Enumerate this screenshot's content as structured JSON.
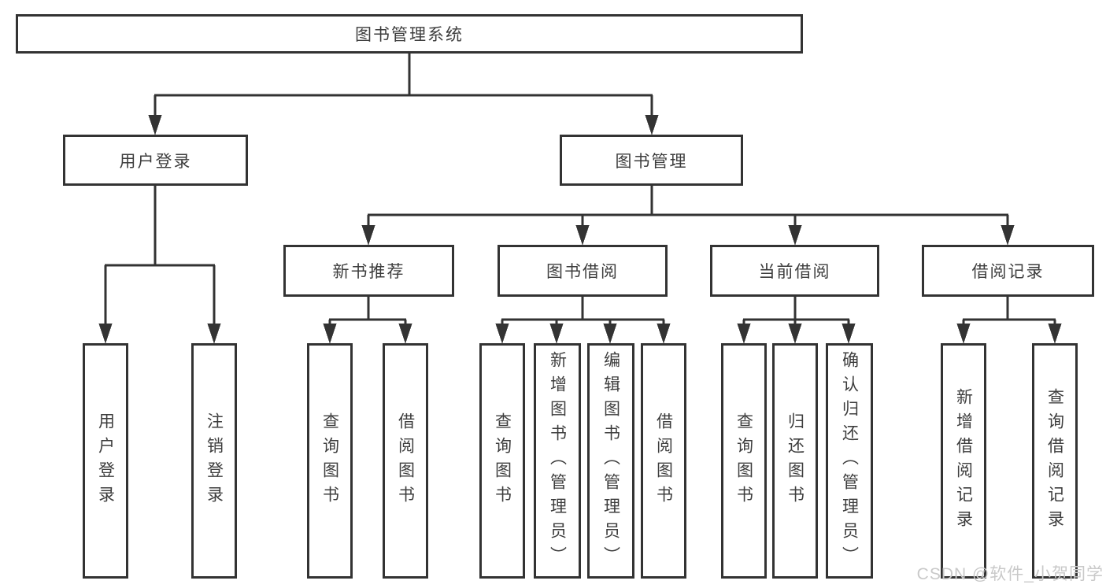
{
  "colors": {
    "line": "#333333",
    "box_border": "#333333",
    "text": "#3d3d3d",
    "background": "#ffffff",
    "watermark": "#c9c9c9"
  },
  "nodes": {
    "root": {
      "label": "图书管理系统"
    },
    "level2": [
      {
        "label": "用户登录",
        "parent": "图书管理系统"
      },
      {
        "label": "图书管理",
        "parent": "图书管理系统"
      }
    ],
    "level3": [
      {
        "label": "新书推荐",
        "parent": "图书管理"
      },
      {
        "label": "图书借阅",
        "parent": "图书管理"
      },
      {
        "label": "当前借阅",
        "parent": "图书管理"
      },
      {
        "label": "借阅记录",
        "parent": "图书管理"
      }
    ],
    "leaves": [
      {
        "label": "用户登录",
        "parent": "用户登录"
      },
      {
        "label": "注销登录",
        "parent": "用户登录"
      },
      {
        "label": "查询图书",
        "parent": "新书推荐"
      },
      {
        "label": "借阅图书",
        "parent": "新书推荐"
      },
      {
        "label": "查询图书",
        "parent": "图书借阅"
      },
      {
        "label": "新增图书（管理员）",
        "parent": "图书借阅"
      },
      {
        "label": "编辑图书（管理员）",
        "parent": "图书借阅"
      },
      {
        "label": "借阅图书",
        "parent": "图书借阅"
      },
      {
        "label": "查询图书",
        "parent": "当前借阅"
      },
      {
        "label": "归还图书",
        "parent": "当前借阅"
      },
      {
        "label": "确认归还（管理员）",
        "parent": "当前借阅"
      },
      {
        "label": "新增借阅记录",
        "parent": "借阅记录"
      },
      {
        "label": "查询借阅记录",
        "parent": "借阅记录"
      }
    ]
  },
  "watermark": {
    "text": "CSDN @软件_小贺同学"
  }
}
